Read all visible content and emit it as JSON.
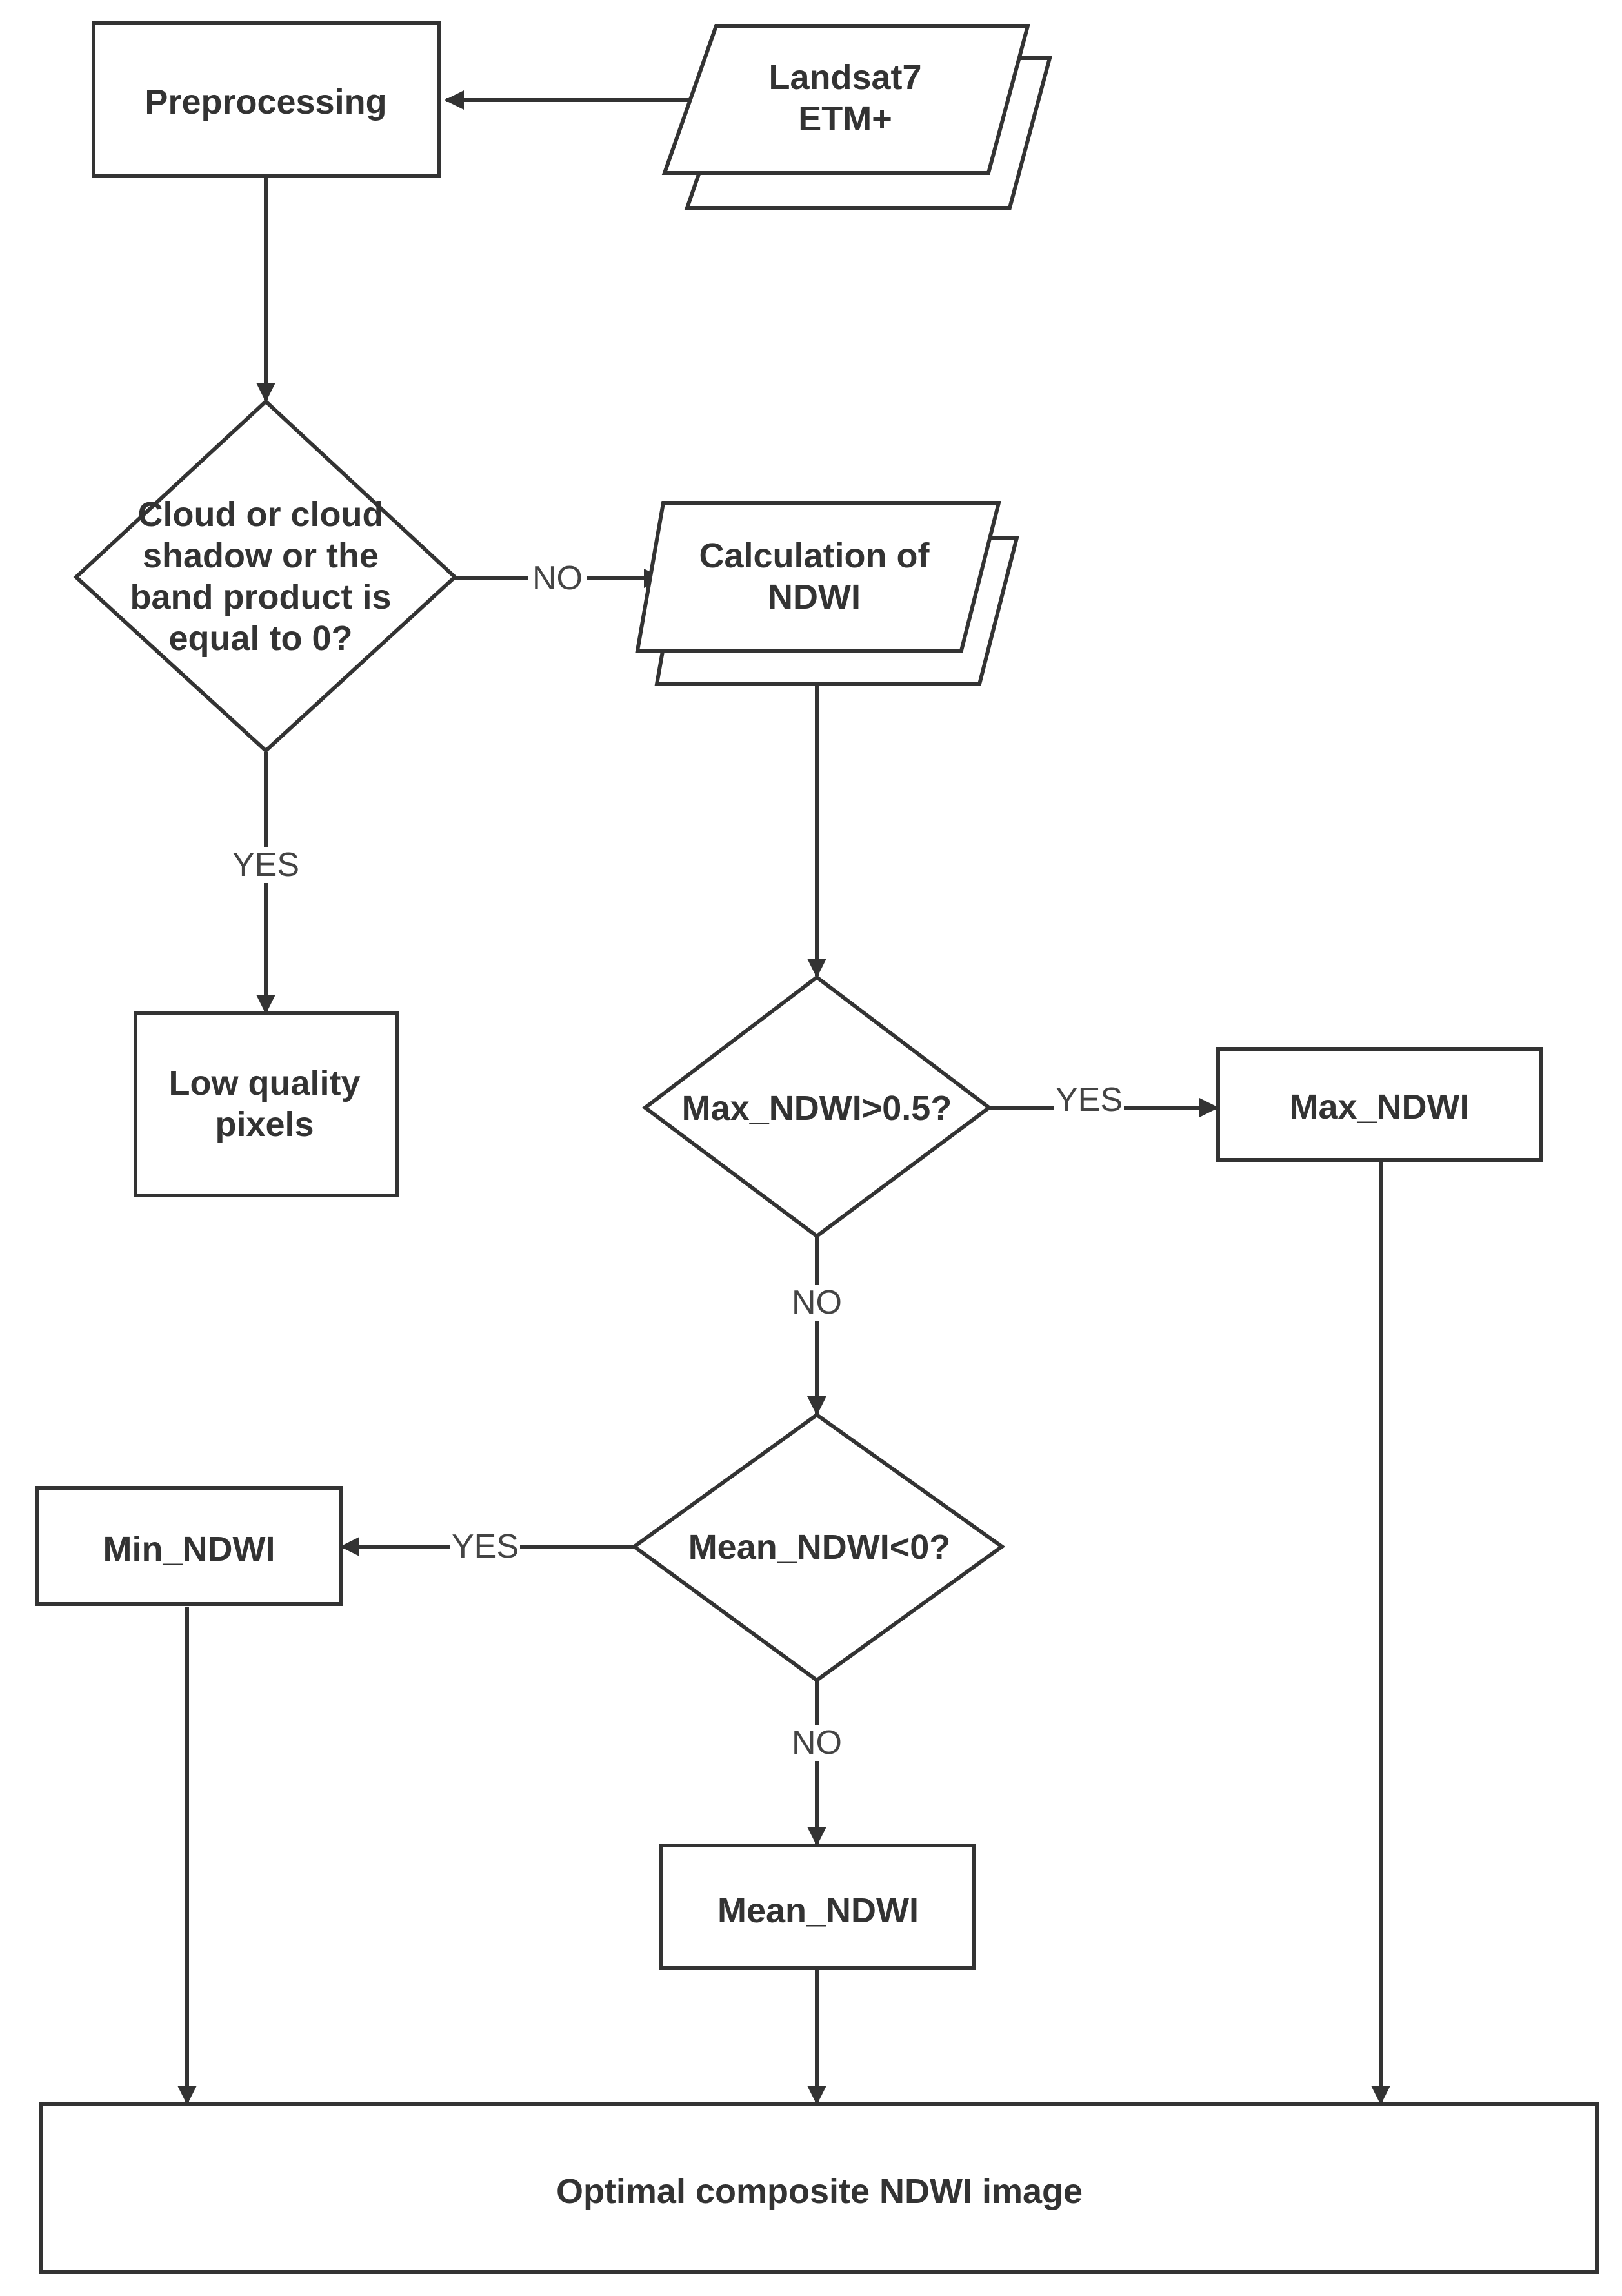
{
  "diagram": {
    "nodes": {
      "preprocessing": {
        "lines": [
          "Preprocessing"
        ]
      },
      "landsat": {
        "lines": [
          "Landsat7",
          "ETM+"
        ]
      },
      "cloud_decision": {
        "lines": [
          "Cloud or cloud",
          "shadow or the",
          "band product is",
          "equal to 0?"
        ]
      },
      "calc_ndwi": {
        "lines": [
          "Calculation of",
          "NDWI"
        ]
      },
      "low_quality": {
        "lines": [
          "Low quality",
          "pixels"
        ]
      },
      "max_decision": {
        "lines": [
          "Max_NDWI>0.5?"
        ]
      },
      "max_ndwi": {
        "lines": [
          "Max_NDWI"
        ]
      },
      "mean_decision": {
        "lines": [
          "Mean_NDWI<0?"
        ]
      },
      "min_ndwi": {
        "lines": [
          "Min_NDWI"
        ]
      },
      "mean_ndwi": {
        "lines": [
          "Mean_NDWI"
        ]
      },
      "optimal": {
        "lines": [
          "Optimal composite NDWI image"
        ]
      }
    },
    "edge_labels": {
      "cloud_no": "NO",
      "cloud_yes": "YES",
      "max_yes": "YES",
      "max_no": "NO",
      "mean_yes": "YES",
      "mean_no": "NO"
    }
  }
}
